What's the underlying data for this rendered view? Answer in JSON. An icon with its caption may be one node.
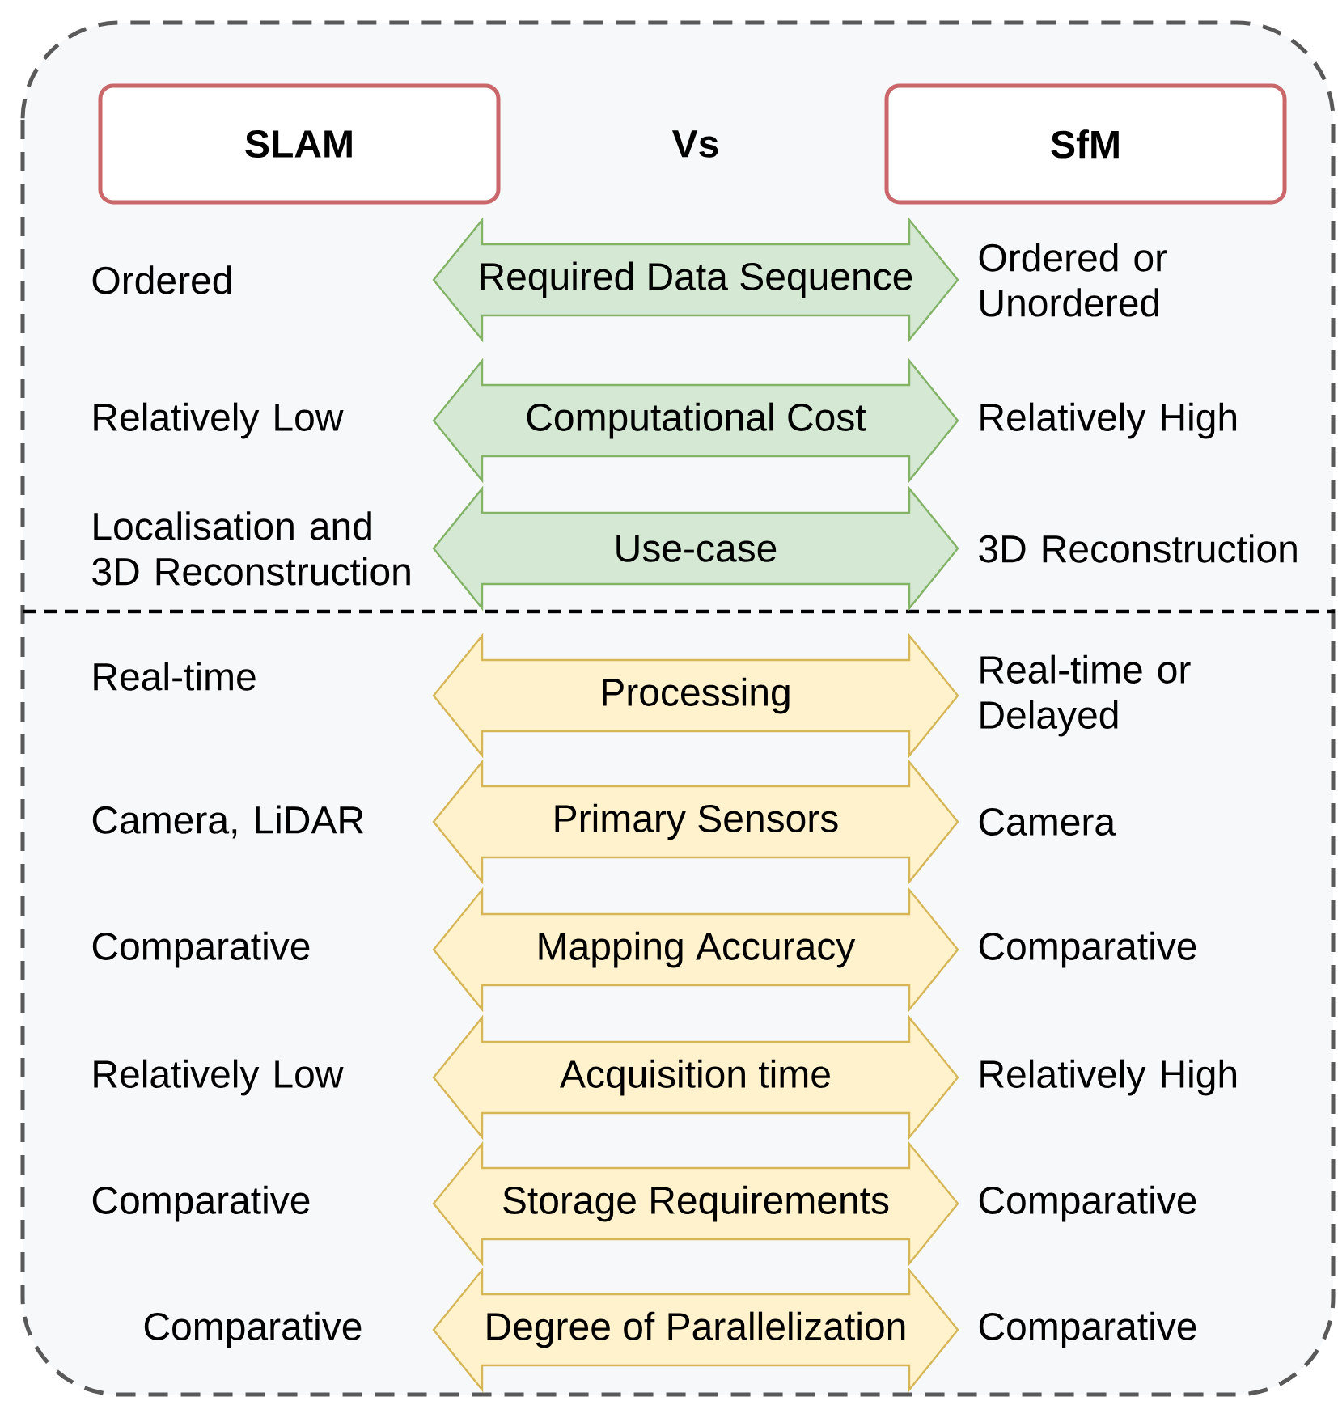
{
  "diagram": {
    "nodes": [
      {
        "text": [],
        "shape": "box"
      },
      {
        "text": [
          "SLAM"
        ],
        "in": 0
      },
      {
        "text": [
          "SfM"
        ],
        "in": 0
      },
      {
        "text": [
          "Required Data Sequence"
        ],
        "in": 0
      },
      {
        "text": [
          "Computational Cost"
        ],
        "in": 0
      },
      {
        "text": [
          "Use-case"
        ],
        "in": 0
      },
      {
        "text": [
          "Processing"
        ],
        "in": 0
      },
      {
        "text": [
          "Primary Sensors"
        ],
        "in": 0
      },
      {
        "text": [
          "Mapping Accuracy"
        ],
        "in": 0
      },
      {
        "text": [
          "Acquisition time"
        ],
        "in": 0
      },
      {
        "text": [
          "Storage Requirements"
        ],
        "in": 0
      },
      {
        "text": [
          "Degree of Parallelization"
        ],
        "in": 0
      }
    ],
    "edges": [],
    "labels": [
      "Vs",
      "Ordered",
      "Ordered or Unordered",
      "Relatively Low",
      "Relatively High",
      "Localisation and 3D Reconstruction",
      "3D Reconstruction",
      "Real-time",
      "Real-time or Delayed",
      "Camera, LiDAR",
      "Camera",
      "Comparative",
      "Comparative",
      "Relatively Low",
      "Relatively High",
      "Comparative",
      "Comparative",
      "Comparative",
      "Comparative"
    ]
  }
}
